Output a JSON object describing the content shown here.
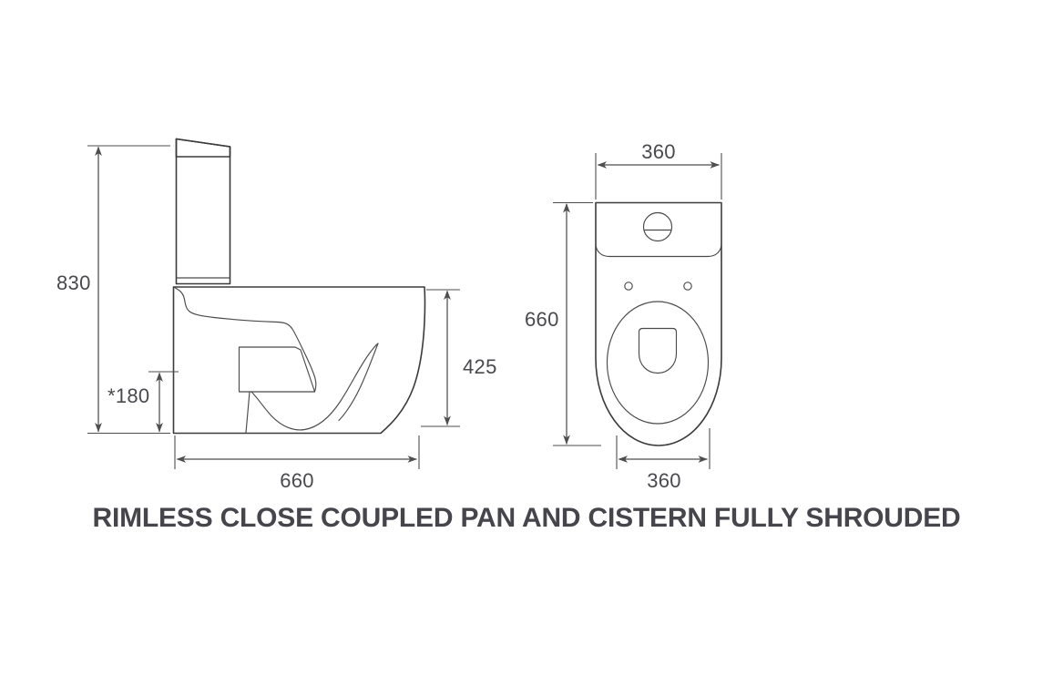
{
  "document": {
    "type": "technical-product-drawing",
    "caption": "RIMLESS CLOSE COUPLED PAN AND CISTERN FULLY SHROUDED",
    "background_color": "#ffffff",
    "line_color": "#3b3b3b",
    "text_color": "#45454b"
  },
  "views": {
    "side": {
      "name": "side-elevation",
      "dimensions": {
        "overall_height": "830",
        "seat_height": "425",
        "outlet_height": "*180",
        "depth": "660"
      }
    },
    "plan": {
      "name": "plan-view",
      "dimensions": {
        "width_top": "360",
        "depth": "660",
        "width_bottom": "360"
      }
    }
  },
  "labels": {
    "height_830": "830",
    "outlet_180": "*180",
    "seat_425": "425",
    "depth_660": "660",
    "plan_width_top": "360",
    "plan_depth_660": "660",
    "plan_width_bottom": "360"
  }
}
